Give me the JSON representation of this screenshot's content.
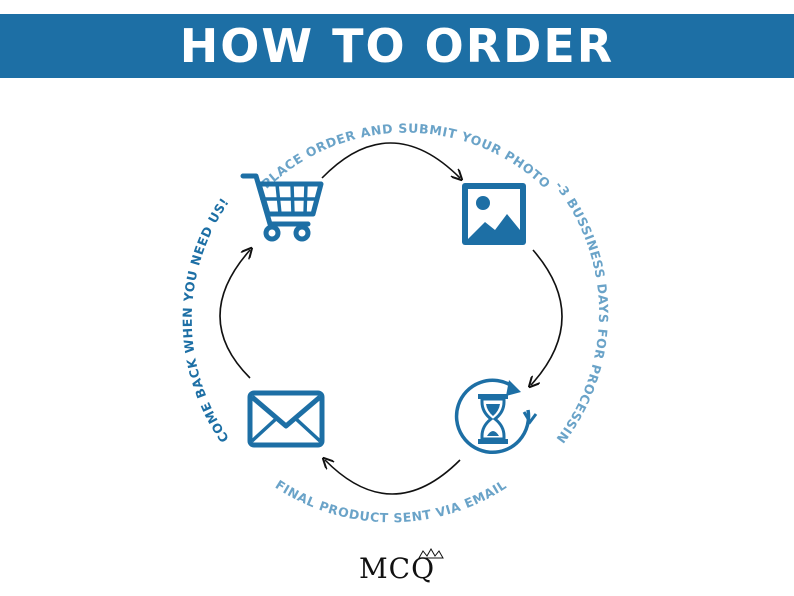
{
  "header": {
    "title": "HOW TO ORDER"
  },
  "steps": {
    "place_order": "PLACE ORDER AND SUBMIT YOUR PHOTO",
    "processing": "1-3 BUSSINESS DAYS FOR PROCESSING",
    "email": "FINAL PRODUCT SENT VIA EMAIL",
    "come_back": "COME BACK WHEN YOU NEED US!"
  },
  "icons": [
    "shopping-cart-icon",
    "image-icon",
    "hourglass-icon",
    "envelope-icon"
  ],
  "colors": {
    "accent": "#1d6fa5",
    "light_text": "#6aa3c8",
    "dark_text": "#1d6fa5",
    "arrow": "#111111"
  },
  "logo": {
    "text": "MCQ"
  }
}
